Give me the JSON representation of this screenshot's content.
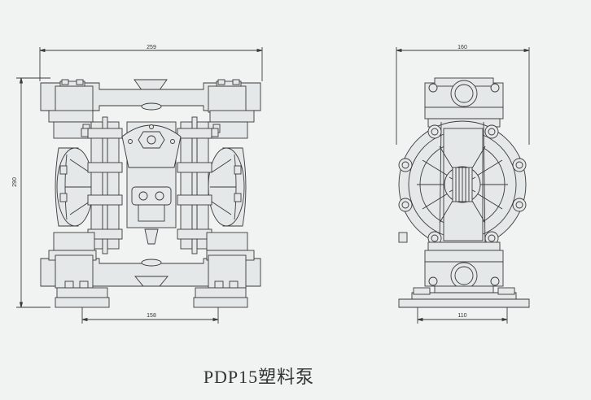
{
  "title": "PDP15塑料泵",
  "dimensions": {
    "front_width": "259",
    "front_height": "290",
    "front_base": "158",
    "side_width": "160",
    "side_base": "110"
  },
  "colors": {
    "background": "#f1f3f3",
    "line": "#3a3a3a",
    "fill": "#e4e8e8"
  }
}
